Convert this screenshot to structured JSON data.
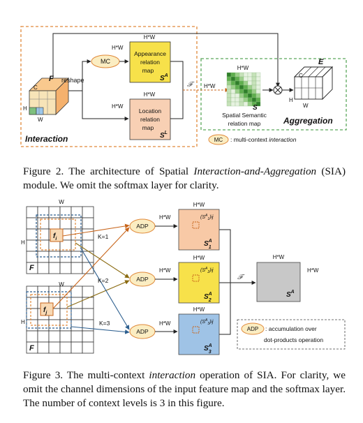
{
  "fig2": {
    "hw_top": "H*W",
    "mc": "MC",
    "appearance_box": [
      "Appearance",
      "relation",
      "map"
    ],
    "sa_label": "S",
    "sa_sup": "A",
    "location_box": [
      "Location",
      "relation",
      "map"
    ],
    "sl_label": "S",
    "sl_sup": "L",
    "hw_app": "H*W",
    "hw_loc": "H*W",
    "hw_loc_top": "H*W",
    "hw_fwd": "H*W",
    "hw_map_top": "H*W",
    "fourier": "𝓕",
    "f_label": "F",
    "reshape": "reshape",
    "c_label": "C",
    "h_label": "H",
    "w_label": "W",
    "ssr_label": [
      "Spatial Semantic",
      "relation map"
    ],
    "s_label": "S",
    "e_label": "E",
    "e_c": "C",
    "e_h": "H",
    "e_w": "W",
    "interaction": "Interaction",
    "aggregation": "Aggregation",
    "legend_mc": "MC",
    "legend_text": ": multi-context",
    "legend_italic": "interaction"
  },
  "caption2": {
    "prefix": "Figure 2. The architecture of Spatial ",
    "italic": "Interaction-and-Aggregation",
    "suffix": " (SIA) module. We omit the softmax layer for clarity."
  },
  "fig3": {
    "w_top": "W",
    "w_mid": "W",
    "h_top": "H",
    "h_bot": "H",
    "f_top": "F",
    "f_bot": "F",
    "fi": "f",
    "fi_sub": "i",
    "fj": "f",
    "fj_sub": "j",
    "k1": "K=1",
    "k2": "K=2",
    "k3": "K=3",
    "adp": "ADP",
    "hw": "H*W",
    "s1": "S",
    "s1_sup": "A",
    "s1_sub": "1",
    "s2": "S",
    "s2_sup": "A",
    "s2_sub": "2",
    "s3": "S",
    "s3_sup": "A",
    "s3_sub": "3",
    "sij1": "(S",
    "sij1_rest": "A",
    "sij1_sub": "1",
    "sij_tail": ")ij",
    "fourier": "𝓕",
    "out_hw": "H*W",
    "out_hw_right": "H*W",
    "sa": "S",
    "sa_sup": "A",
    "legend_adp": "ADP",
    "legend_line1": ": accumulation over",
    "legend_line2": "dot-products operation"
  },
  "caption3": {
    "prefix": "Figure 3. The multi-context ",
    "italic": "interaction",
    "suffix": " operation of SIA. For clarity, we omit the channel dimensions of the input feature map and the softmax layer. The number of context levels is 3 in this figure."
  },
  "colors": {
    "orange_dash": "#e0893a",
    "yellow_box": "#f7e14a",
    "peach_box": "#f8d0b4",
    "blue_box": "#9fc3e6",
    "green_dash": "#5aa85a",
    "adp_fill": "#fbedc2"
  }
}
